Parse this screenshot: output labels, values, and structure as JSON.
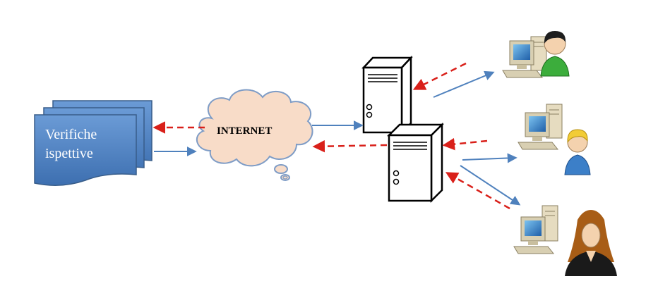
{
  "documents": {
    "label_line1": "Verifiche",
    "label_line2": "ispettive"
  },
  "cloud": {
    "label": "INTERNET"
  },
  "colors": {
    "document_fill": "#4f81bd",
    "document_stroke": "#385d8a",
    "cloud_fill": "#f8dcc8",
    "cloud_stroke": "#7e9cc6",
    "request_arrow": "#4f81bd",
    "response_arrow": "#d9201a",
    "monitor_screen": "#3f8fd0",
    "case_beige": "#e6dcc0",
    "user_green": "#3cad3c",
    "user_blue": "#3c7fc8",
    "user_hair_blond": "#f2cc36",
    "user_hair_brown": "#a85d16"
  },
  "icons": [
    "document-stack-icon",
    "cloud-icon",
    "server-icon",
    "workstation-icon",
    "user-avatar-icon"
  ]
}
